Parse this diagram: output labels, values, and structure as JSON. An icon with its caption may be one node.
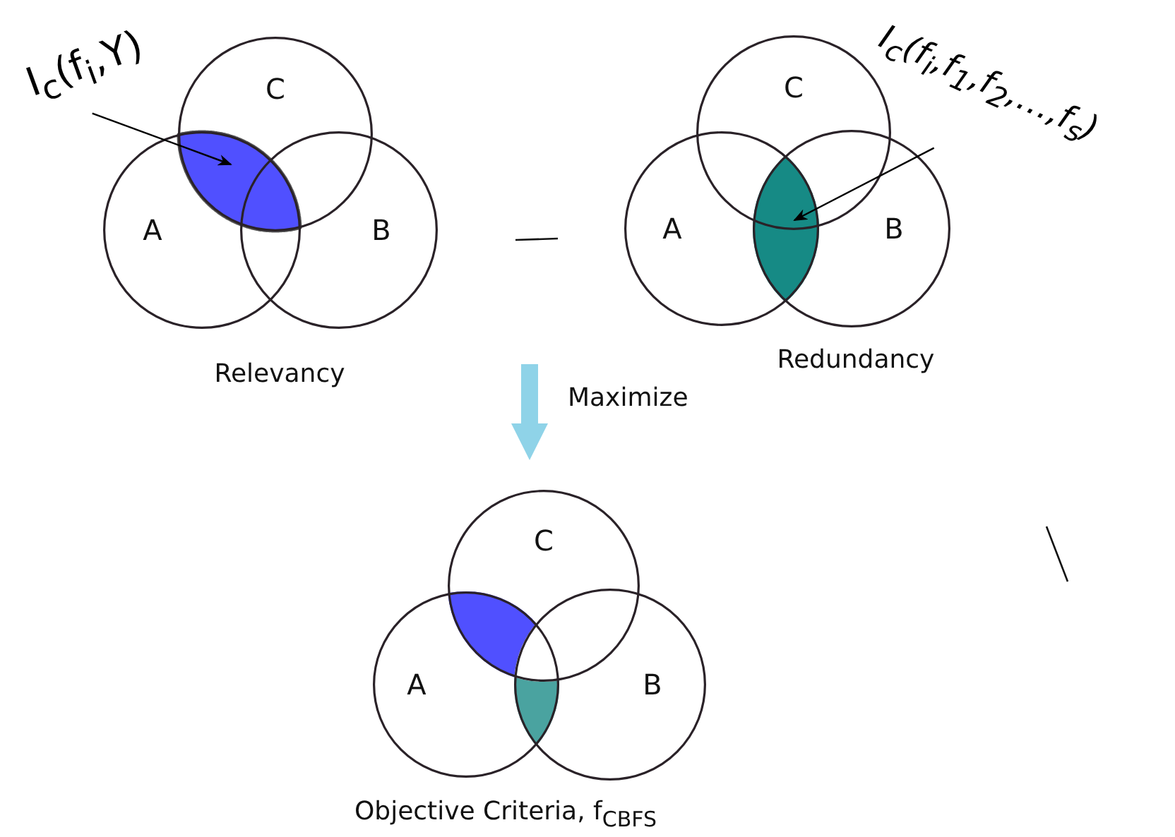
{
  "diagram": {
    "nodes": [
      {
        "text": [
          "I$_{c}$(f$_{i}$,Y)"
        ]
      },
      {
        "text": [
          "C"
        ]
      },
      {
        "text": [
          "A"
        ]
      },
      {
        "text": [
          "B"
        ]
      },
      {
        "text": [],
        "shape": "lens"
      },
      {
        "text": [
          "I$_{c}$(f$_{i}$,f$_{1}$,f$_{2}$,…,f$_{s}$)"
        ]
      },
      {
        "text": [
          "C"
        ]
      },
      {
        "text": [
          "A"
        ]
      },
      {
        "text": [
          "B"
        ]
      },
      {
        "text": [],
        "shape": "lens"
      },
      {
        "text": [
          "C"
        ]
      },
      {
        "text": [
          "A"
        ]
      },
      {
        "text": [
          "B"
        ]
      }
    ],
    "edges": [
      {
        "from": 0,
        "to": 4,
        "arrow": "to"
      },
      {
        "from": 5,
        "to": 9,
        "arrow": "to"
      }
    ],
    "labels": [
      "Relevancy",
      "Redundancy",
      "Maximize",
      "Objective Criteria, f$_{CBFS}$"
    ]
  }
}
